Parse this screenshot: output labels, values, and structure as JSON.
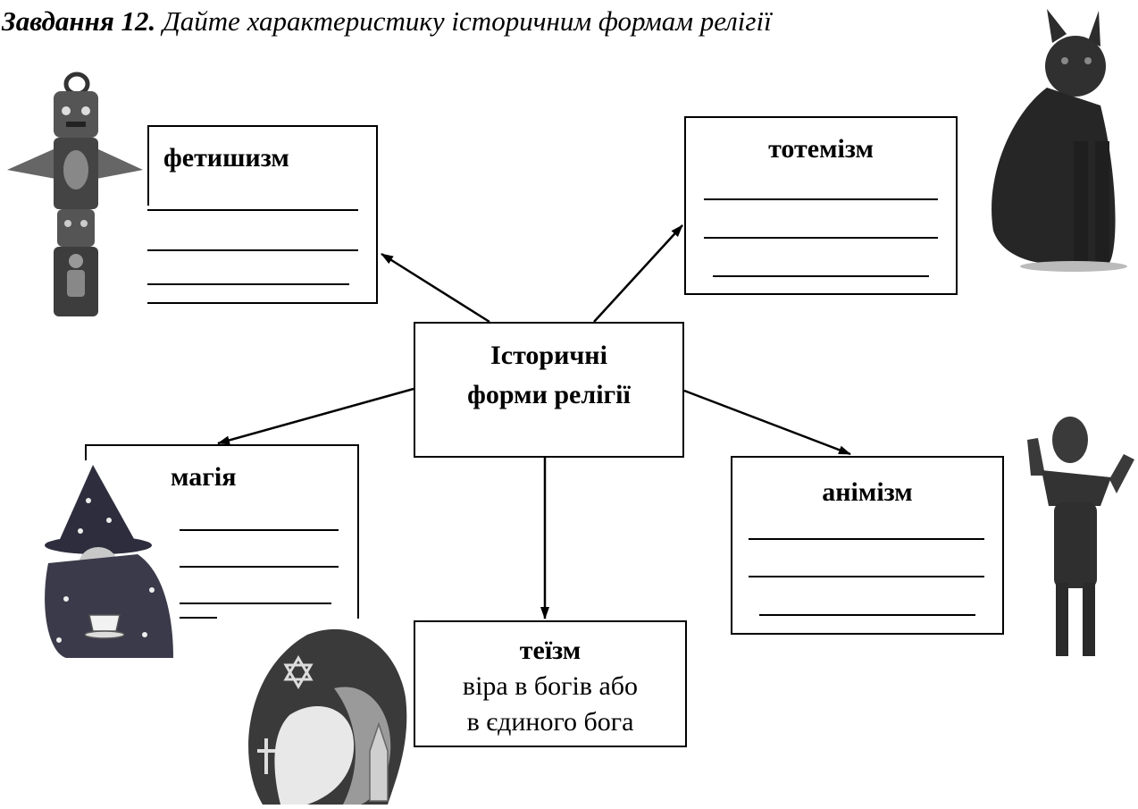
{
  "task": {
    "label": "Завдання 12.",
    "instruction": "Дайте характеристику історичним формам релігії"
  },
  "center": {
    "line1": "Історичні",
    "line2": "форми релігії"
  },
  "forms": {
    "fetishism": {
      "title": "фетишизм",
      "blanks": [
        "",
        "",
        ""
      ]
    },
    "totemism": {
      "title": "тотемізм",
      "blanks": [
        "",
        "",
        ""
      ]
    },
    "magic": {
      "title": "магія",
      "blanks": [
        "",
        "",
        "",
        ""
      ]
    },
    "animism": {
      "title": "анімізм",
      "blanks": [
        "",
        "",
        ""
      ]
    },
    "theism": {
      "title": "теїзм",
      "desc_line1": "віра в богів або",
      "desc_line2": "в єдиного бога"
    }
  },
  "images": {
    "fetishism": "totem-pole-amulet-icon",
    "totemism": "cat-statue-icon",
    "magic": "wizard-icon",
    "animism": "idol-figurine-icon",
    "theism": "faith-heads-icon"
  }
}
